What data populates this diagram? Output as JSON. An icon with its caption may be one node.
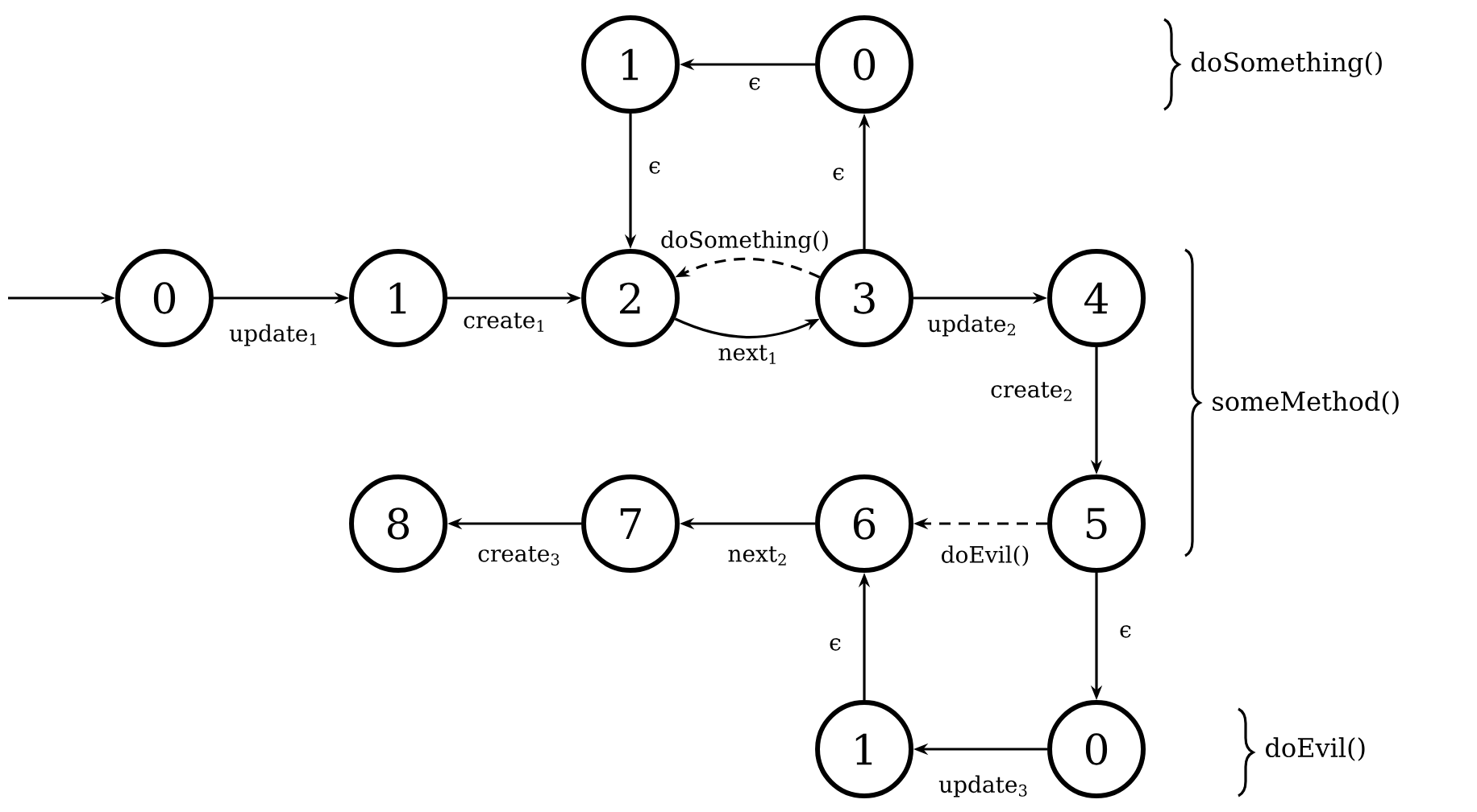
{
  "diagram": {
    "nodes": [
      {
        "text": [
          "1"
        ]
      },
      {
        "text": [
          "0"
        ]
      },
      {
        "text": [
          "0"
        ]
      },
      {
        "text": [
          "1"
        ]
      },
      {
        "text": [
          "2"
        ]
      },
      {
        "text": [
          "3"
        ]
      },
      {
        "text": [
          "4"
        ]
      },
      {
        "text": [
          "5"
        ]
      },
      {
        "text": [
          "6"
        ]
      },
      {
        "text": [
          "7"
        ]
      },
      {
        "text": [
          "8"
        ]
      },
      {
        "text": [
          "1"
        ]
      },
      {
        "text": [
          "0"
        ]
      }
    ],
    "edges": [
      {
        "from": null,
        "to": 2,
        "arrow": "to"
      },
      {
        "from": 2,
        "to": 3,
        "arrow": "to",
        "label": "update$_{1}$"
      },
      {
        "from": 3,
        "to": 4,
        "arrow": "to",
        "label": "create$_{1}$"
      },
      {
        "from": 4,
        "to": 5,
        "arrow": "to",
        "label": "next$_{1}$"
      },
      {
        "from": 5,
        "to": 4,
        "arrow": "to",
        "label": "doSomething()",
        "style": "dashed"
      },
      {
        "from": 0,
        "to": 4,
        "arrow": "to",
        "label": "ϵ"
      },
      {
        "from": 5,
        "to": 1,
        "arrow": "to",
        "label": "ϵ"
      },
      {
        "from": 1,
        "to": 0,
        "arrow": "to",
        "label": "ϵ"
      },
      {
        "from": 5,
        "to": 6,
        "arrow": "to",
        "label": "update$_{2}$"
      },
      {
        "from": 6,
        "to": 7,
        "arrow": "to",
        "label": "create$_{2}$"
      },
      {
        "from": 7,
        "to": 8,
        "arrow": "to",
        "label": "doEvil()",
        "style": "dashed"
      },
      {
        "from": 8,
        "to": 9,
        "arrow": "to",
        "label": "next$_{2}$"
      },
      {
        "from": 9,
        "to": 10,
        "arrow": "to",
        "label": "create$_{3}$"
      },
      {
        "from": 7,
        "to": 12,
        "arrow": "to",
        "label": "ϵ"
      },
      {
        "from": 12,
        "to": 11,
        "arrow": "to",
        "label": "update$_{3}$"
      },
      {
        "from": 11,
        "to": 8,
        "arrow": "to",
        "label": "ϵ"
      }
    ],
    "labels": [
      "doSomething()",
      "someMethod()",
      "doEvil()"
    ]
  }
}
